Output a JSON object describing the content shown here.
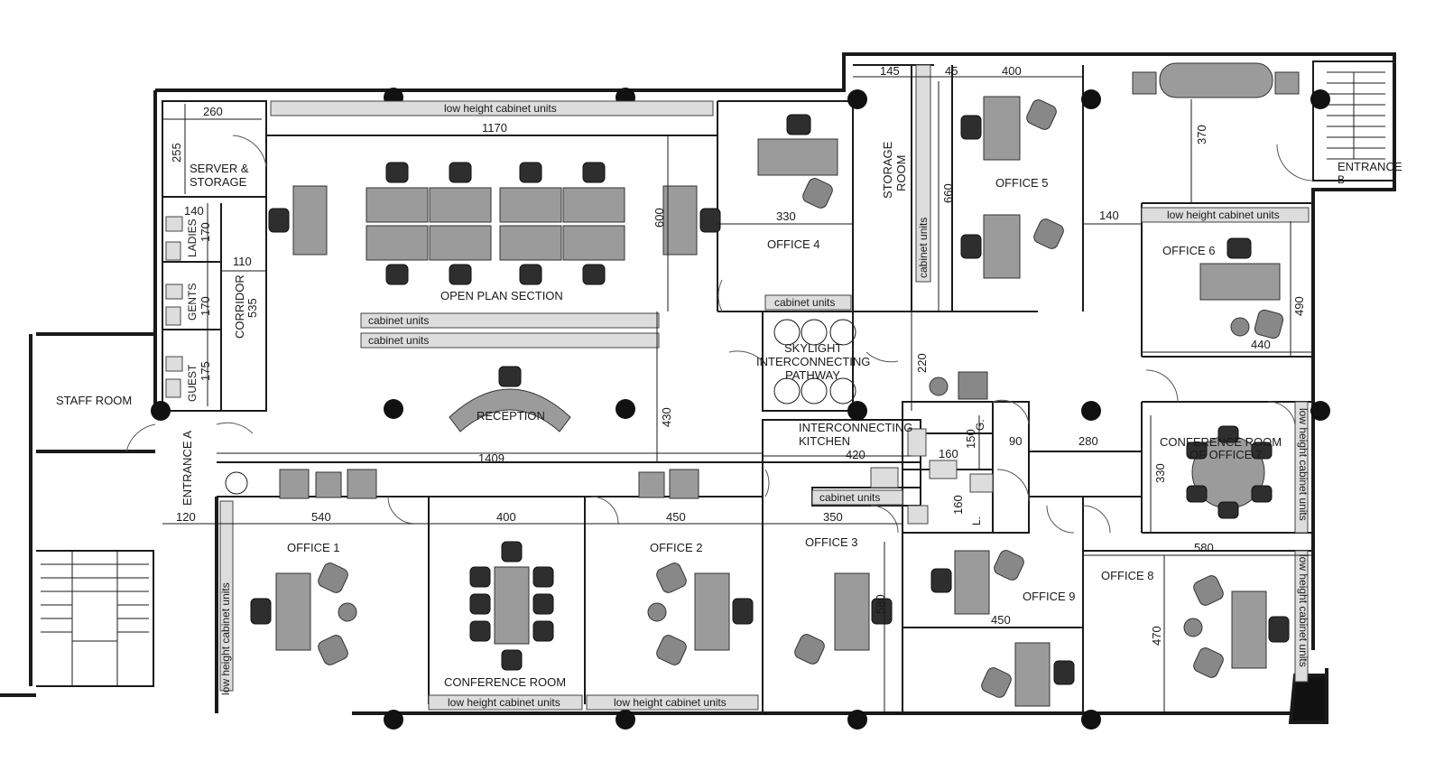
{
  "rooms": {
    "server": "SERVER &",
    "server2": "STORAGE",
    "ladies": "LADIES",
    "gents": "GENTS",
    "guest": "GUEST",
    "corridor": "CORRIDOR",
    "staff_room": "STAFF ROOM",
    "open_plan": "OPEN PLAN SECTION",
    "reception": "RECEPTION",
    "office1": "OFFICE 1",
    "conference": "CONFERENCE ROOM",
    "office2": "OFFICE 2",
    "office3": "OFFICE 3",
    "office4": "OFFICE 4",
    "office5": "OFFICE 5",
    "office6": "OFFICE 6",
    "office7a": "CONFERENCE ROOM",
    "office7b": "OF OFFICE 7",
    "office8": "OFFICE 8",
    "office9": "OFFICE 9",
    "storage_a": "STORAGE",
    "storage_b": "ROOM",
    "skylight_a": "SKYLIGHT",
    "skylight_b": "INTERCONNECTING",
    "skylight_c": "PATHWAY",
    "kitchen_a": "INTERCONNECTING",
    "kitchen_b": "KITCHEN",
    "entrance_a": "ENTRANCE A",
    "entrance_b1": "ENTRANCE",
    "entrance_b2": "B"
  },
  "fixtures": {
    "low_cab_top": "low height cabinet units",
    "low_cab_office6": "low height cabinet units",
    "low_cab_conf": "low height cabinet units",
    "low_cab_office2": "low height cabinet units",
    "low_cab_left": "low height cabinet units",
    "low_cab_right1": "low height cabinet units",
    "low_cab_right2": "low height cabinet units",
    "cab_1": "cabinet units",
    "cab_2": "cabinet units",
    "cab_office4": "cabinet units",
    "cab_office3": "cabinet units",
    "cab_storage": "cabinet units",
    "g_mark": "G.",
    "l_mark": "L."
  },
  "dims": {
    "d260": "260",
    "d1170": "1170",
    "d255": "255",
    "d140a": "140",
    "d170a": "170",
    "d110": "110",
    "d535": "535",
    "d170b": "170",
    "d175": "175",
    "d600": "600",
    "d330a": "330",
    "d145": "145",
    "d45": "45",
    "d400a": "400",
    "d660": "660",
    "d370": "370",
    "d140b": "140",
    "d490": "490",
    "d440": "440",
    "d220": "220",
    "d1409": "1409",
    "d430": "430",
    "d420": "420",
    "d150": "150",
    "d160a": "160",
    "d90": "90",
    "d280": "280",
    "d330b": "330",
    "d120": "120",
    "d540": "540",
    "d400b": "400",
    "d450a": "450",
    "d350": "350",
    "d160b": "160",
    "d580a": "580",
    "d580b": "580",
    "d450b": "450",
    "d470": "470"
  }
}
